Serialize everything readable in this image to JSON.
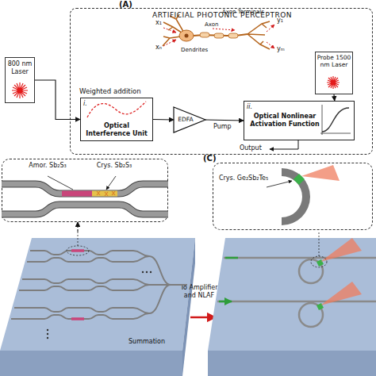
{
  "diagram": {
    "nodes": [
      {
        "text": [
          "ARTIFICIAL PHOTONIC PERCEPTRON"
        ]
      },
      {
        "text": [
          "800 nm Laser"
        ]
      },
      {
        "text": [
          "Weighted addition",
          "i.",
          "Optical Interference Unit"
        ],
        "in": 0
      },
      {
        "text": [
          "EDFA"
        ],
        "in": 0
      },
      {
        "text": [
          "Probe 1500 nm Laser"
        ],
        "in": 0
      },
      {
        "text": [
          "ii.",
          "Optical Nonlinear Activation Function"
        ],
        "in": 0
      },
      {
        "text": [
          "Amor. Sb₂S₃",
          "Crys. Sb₂S₃"
        ]
      },
      {
        "text": [
          "Summation"
        ]
      },
      {
        "text": [
          "Crys. Ge₂Sb₂Te₅"
        ]
      }
    ],
    "edges": [
      {
        "from": 1,
        "to": 2,
        "arrow": "to"
      },
      {
        "from": 2,
        "to": 3,
        "arrow": "to"
      },
      {
        "from": 3,
        "to": 5,
        "label": "Pump",
        "arrow": "to"
      },
      {
        "from": 4,
        "to": 5,
        "arrow": "to"
      },
      {
        "from": 7,
        "to": 6,
        "arrow": "to"
      }
    ],
    "labels": [
      "(A)",
      "x₁",
      "xₙ",
      "y₁",
      "yₘ",
      "Axon Terminals",
      "Axon",
      "Dendrites",
      "Output",
      "To Amplifier and NLAF",
      "(C)"
    ]
  }
}
